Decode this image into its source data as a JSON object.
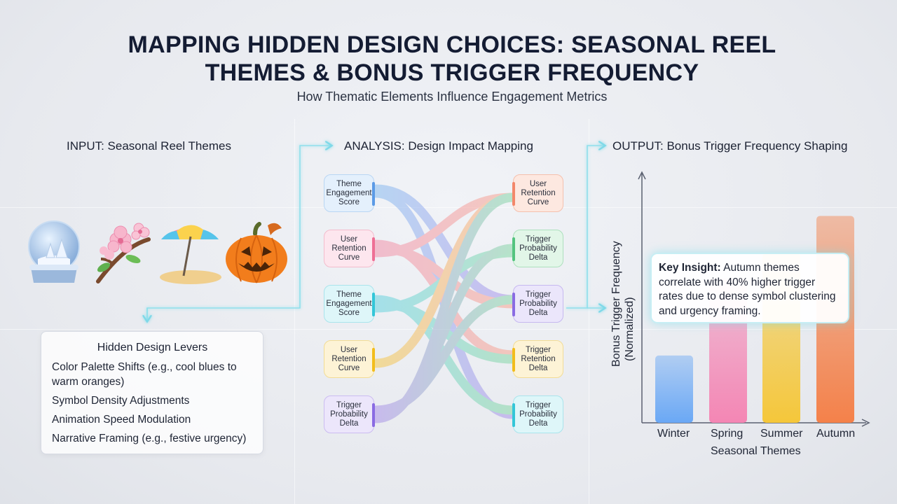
{
  "header": {
    "title_line1": "MAPPING HIDDEN DESIGN CHOICES: SEASONAL REEL",
    "title_line2": "THEMES & BONUS TRIGGER FREQUENCY",
    "subtitle": "How Thematic Elements Influence Engagement Metrics"
  },
  "sections": {
    "input": "INPUT: Seasonal Reel Themes",
    "analysis": "ANALYSIS: Design Impact Mapping",
    "output": "OUTPUT: Bonus Trigger Frequency Shaping"
  },
  "icons": [
    "snow-globe-icon",
    "cherry-blossom-icon",
    "beach-umbrella-icon",
    "pumpkin-icon"
  ],
  "levers": {
    "title": "Hidden Design Levers",
    "items": [
      "Color Palette Shifts (e.g., cool blues to warm oranges)",
      "Symbol Density Adjustments",
      "Animation Speed Modulation",
      "Narrative Framing (e.g., festive urgency)"
    ]
  },
  "mapping": {
    "left_nodes": [
      {
        "label": "Theme Engagement Score",
        "color": "#7fb8f0"
      },
      {
        "label": "User Retention Curve",
        "color": "#f28aa6"
      },
      {
        "label": "Theme Engagement Score",
        "color": "#5ed3e0"
      },
      {
        "label": "User Retention Curve",
        "color": "#f5c842"
      },
      {
        "label": "Trigger Probability Delta",
        "color": "#a78bea"
      }
    ],
    "right_nodes": [
      {
        "label": "User Retention Curve",
        "color": "#f7a08a"
      },
      {
        "label": "Trigger Probability Delta",
        "color": "#7fd6a0"
      },
      {
        "label": "Trigger Probability Delta",
        "color": "#a78bea"
      },
      {
        "label": "Trigger Retention Delta",
        "color": "#f5c842"
      },
      {
        "label": "Trigger Probability Delta",
        "color": "#5ed3e0"
      }
    ]
  },
  "insight": {
    "heading": "Key Insight:",
    "text": "Autumn themes correlate with 40% higher trigger rates due to dense symbol clustering and urgency framing."
  },
  "chart_data": {
    "type": "bar",
    "categories": [
      "Winter",
      "Spring",
      "Summer",
      "Autumn"
    ],
    "values": [
      27,
      58,
      68,
      83
    ],
    "colors": [
      "#6aa8f5",
      "#f486b4",
      "#f5c73a",
      "#f4814a"
    ],
    "xlabel": "Seasonal Themes",
    "ylabel": "Bonus Trigger Frequency (Normalized)",
    "ylim": [
      0,
      100
    ],
    "grid": false
  }
}
